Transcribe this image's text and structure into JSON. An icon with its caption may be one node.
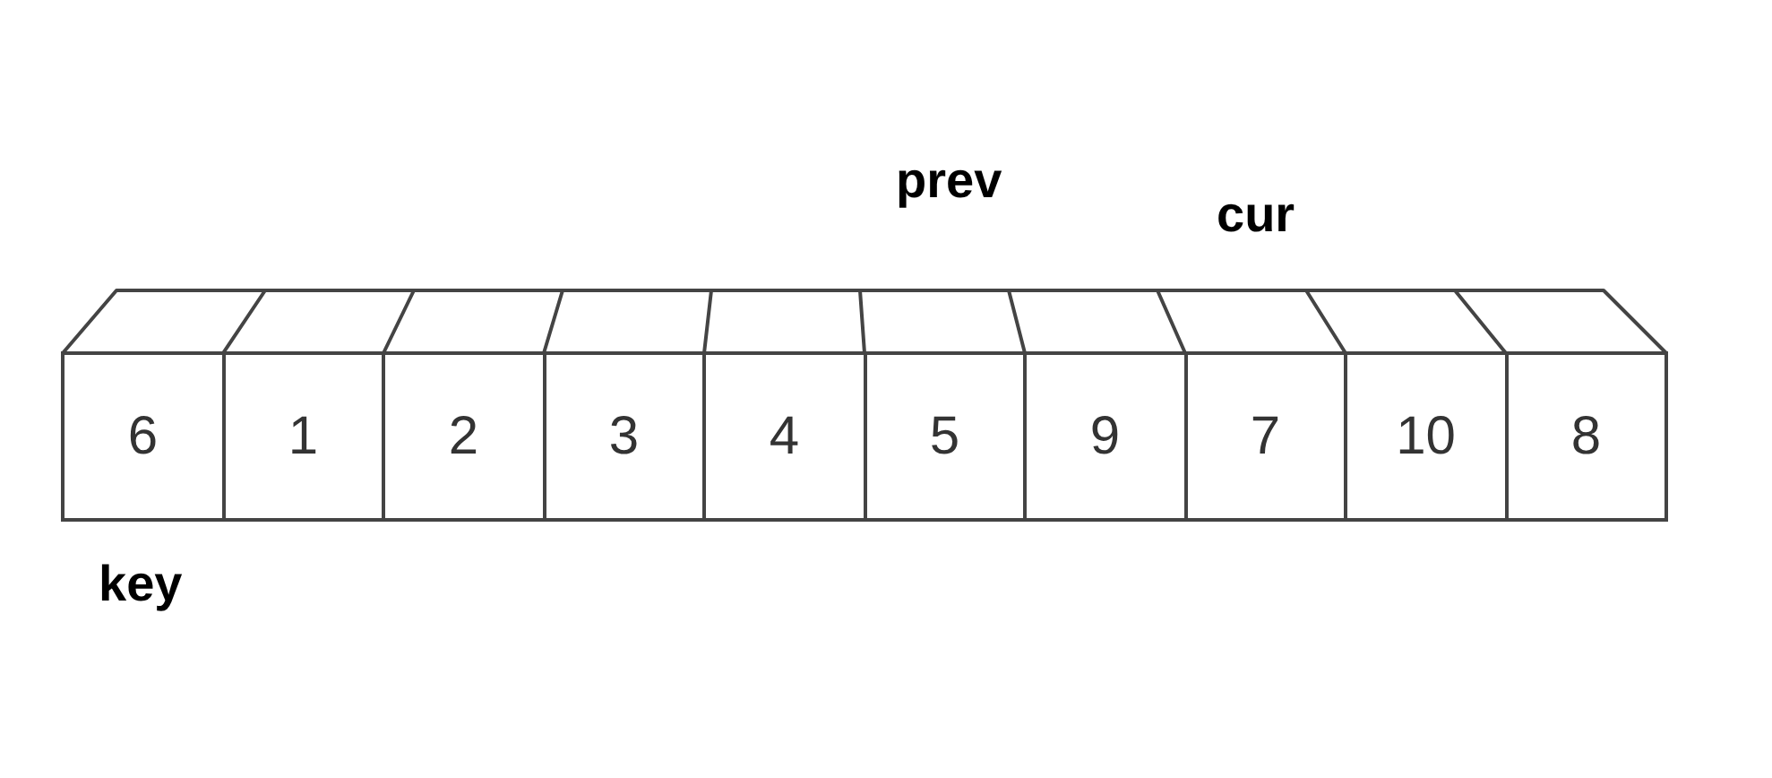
{
  "diagram": {
    "nodes": [
      {
        "text": [
          "6"
        ]
      },
      {
        "text": [
          "1"
        ]
      },
      {
        "text": [
          "2"
        ]
      },
      {
        "text": [
          "3"
        ]
      },
      {
        "text": [
          "4"
        ]
      },
      {
        "text": [
          "5"
        ]
      },
      {
        "text": [
          "9"
        ]
      },
      {
        "text": [
          "7"
        ]
      },
      {
        "text": [
          "10"
        ]
      },
      {
        "text": [
          "8"
        ]
      }
    ],
    "labels": [
      "prev",
      "cur",
      "key"
    ]
  }
}
